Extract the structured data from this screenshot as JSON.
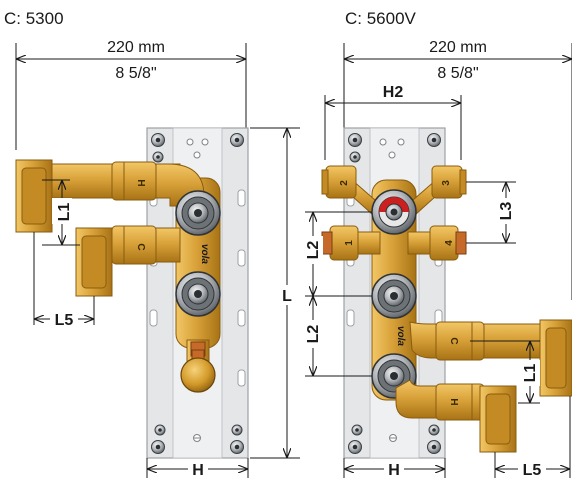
{
  "diagram": {
    "left": {
      "code": "C: 5300",
      "width_mm": "220 mm",
      "width_in": "8 5/8\"",
      "label_L1": "L1",
      "label_L5": "L5",
      "label_H": "H",
      "port_hot": "H",
      "port_cold": "C",
      "brand": "vola"
    },
    "right": {
      "code": "C: 5600V",
      "width_mm": "220 mm",
      "width_in": "8 5/8\"",
      "label_H2": "H2",
      "label_L3": "L3",
      "label_L2_top": "L2",
      "label_L2_bottom": "L2",
      "label_L": "L",
      "label_L1": "L1",
      "label_L5": "L5",
      "label_H": "H",
      "port_1": "1",
      "port_2": "2",
      "port_3": "3",
      "port_4": "4",
      "port_cold": "C",
      "port_hot": "H",
      "brand": "vola"
    },
    "colors": {
      "brass": "#d9a23a",
      "brass_dark": "#b07a18",
      "plate": "#e4e6e8",
      "plate_edge": "#9da2a6",
      "copper": "#c66a2a",
      "red_dial": "#cc1f1f"
    }
  }
}
